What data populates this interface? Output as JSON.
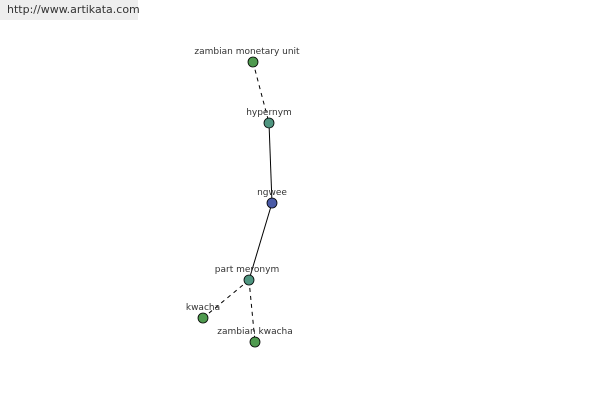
{
  "watermark": {
    "text": "http://www.artikata.com"
  },
  "graph": {
    "colors": {
      "center": "#4a5aa6",
      "relation": "#4f9580",
      "leaf": "#4f9a4f"
    },
    "nodes": {
      "zambian_monetary_unit": {
        "label": "zambian monetary unit",
        "kind": "leaf"
      },
      "hypernym": {
        "label": "hypernym",
        "kind": "relation"
      },
      "ngwee": {
        "label": "ngwee",
        "kind": "center"
      },
      "part_meronym": {
        "label": "part meronym",
        "kind": "relation"
      },
      "kwacha": {
        "label": "kwacha",
        "kind": "leaf"
      },
      "zambian_kwacha": {
        "label": "zambian kwacha",
        "kind": "leaf"
      }
    },
    "edges": [
      {
        "from": "zambian_monetary_unit",
        "to": "hypernym",
        "style": "dashed"
      },
      {
        "from": "hypernym",
        "to": "ngwee",
        "style": "solid"
      },
      {
        "from": "ngwee",
        "to": "part_meronym",
        "style": "solid"
      },
      {
        "from": "part_meronym",
        "to": "kwacha",
        "style": "dashed"
      },
      {
        "from": "part_meronym",
        "to": "zambian_kwacha",
        "style": "dashed"
      }
    ]
  }
}
